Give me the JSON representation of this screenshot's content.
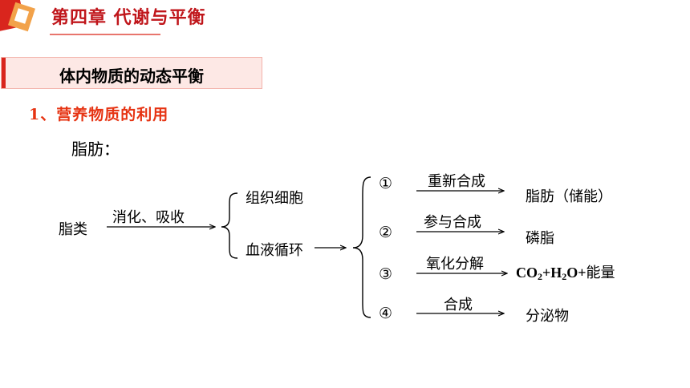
{
  "header": {
    "chapter_title": "第四章 代谢与平衡"
  },
  "section": {
    "title": "体内物质的动态平衡"
  },
  "content": {
    "subheading": "1、营养物质的利用",
    "subject": "脂肪："
  },
  "diagram": {
    "source": "脂类",
    "step1_label": "消化、吸收",
    "branch_a": "组织细胞",
    "branch_b": "血液循环",
    "routes": [
      {
        "marker": "①",
        "process": "重新合成",
        "result": "脂肪（储能）"
      },
      {
        "marker": "②",
        "process": "参与合成",
        "result": "磷脂"
      },
      {
        "marker": "③",
        "process": "氧化分解",
        "result_parts": [
          "CO",
          "2",
          "+H",
          "2",
          "O+",
          "能量"
        ]
      },
      {
        "marker": "④",
        "process": "合成",
        "result": "分泌物"
      }
    ]
  },
  "colors": {
    "accent_red": "#c0161b",
    "subheading_red": "#e63312",
    "section_bg": "#fde8e5"
  }
}
